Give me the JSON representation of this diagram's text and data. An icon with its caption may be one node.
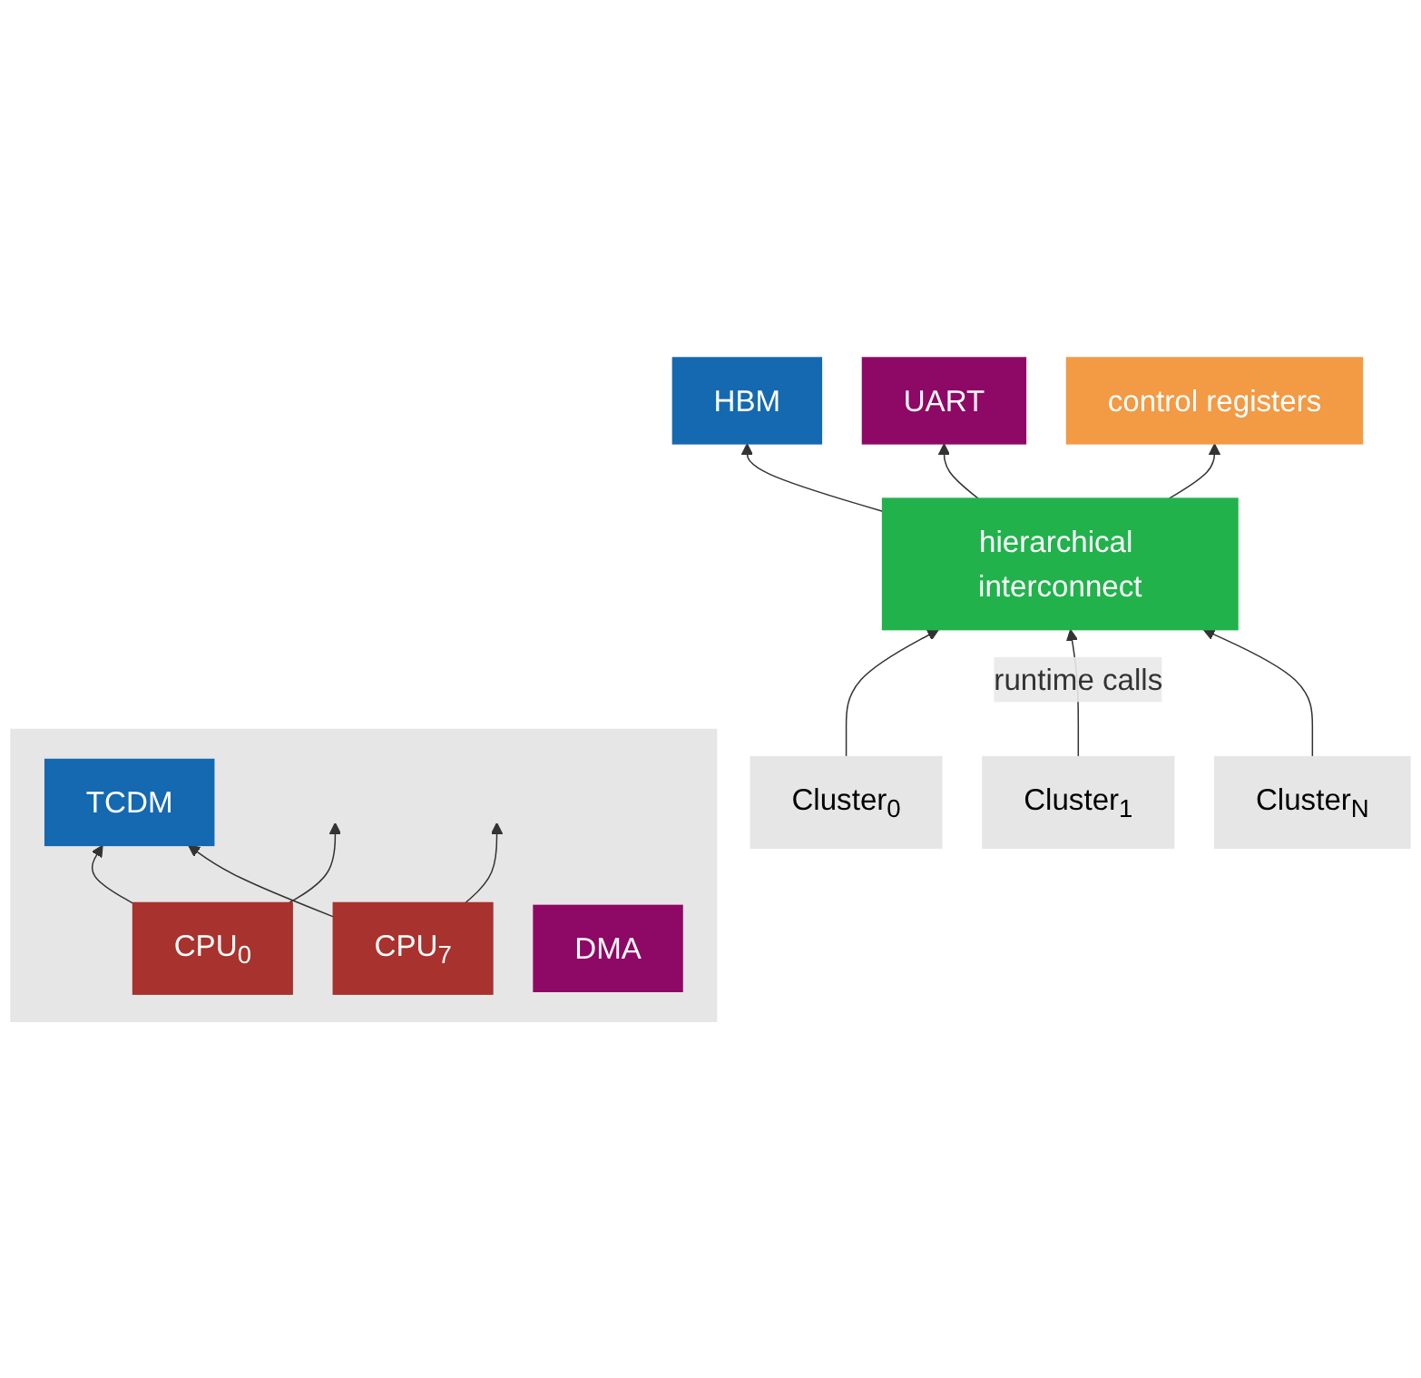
{
  "diagram": {
    "nodes": [
      {
        "text": [
          "HBM"
        ]
      },
      {
        "text": [
          "UART"
        ]
      },
      {
        "text": [
          "control registers"
        ]
      },
      {
        "text": [
          "hierarchical interconnect"
        ]
      },
      {
        "text": [
          "Cluster$_{0}$"
        ]
      },
      {
        "text": [
          "Cluster$_{1}$"
        ]
      },
      {
        "text": [
          "Cluster$_{N}$"
        ]
      },
      {
        "text": [],
        "shape": "box"
      },
      {
        "text": [
          "TCDM"
        ],
        "in": 7
      },
      {
        "text": [
          "DMA"
        ],
        "in": 7
      },
      {
        "text": [
          "CPU$_{0}$"
        ],
        "in": 7
      },
      {
        "text": [
          "CPU$_{7}$"
        ],
        "in": 7
      }
    ],
    "edges": [
      {
        "from": 3,
        "to": 0,
        "arrow": "to"
      },
      {
        "from": 3,
        "to": 1,
        "arrow": "to"
      },
      {
        "from": 3,
        "to": 2,
        "arrow": "to"
      },
      {
        "from": 4,
        "to": 3,
        "arrow": "to"
      },
      {
        "from": 5,
        "to": 3,
        "arrow": "to",
        "label": "runtime calls"
      },
      {
        "from": 6,
        "to": 3,
        "arrow": "to"
      },
      {
        "from": 10,
        "to": 8,
        "arrow": "to"
      },
      {
        "from": 10,
        "to": null,
        "arrow": "to"
      },
      {
        "from": 11,
        "to": 8,
        "arrow": "to"
      },
      {
        "from": 11,
        "to": null,
        "arrow": "to"
      }
    ]
  }
}
